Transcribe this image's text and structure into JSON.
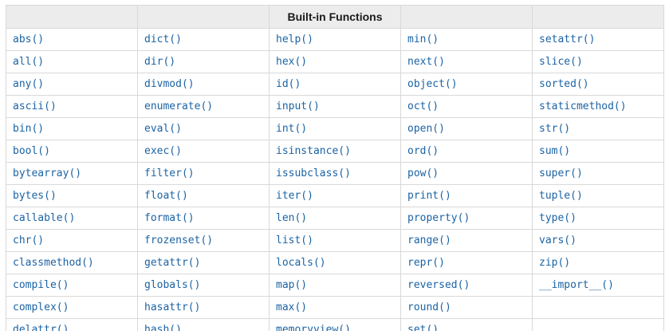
{
  "title": "Built-in Functions",
  "colors": {
    "link": "#1b63a4",
    "header_bg": "#ececec",
    "border": "#d9d9d9"
  },
  "table": {
    "rows": [
      [
        "abs()",
        "dict()",
        "help()",
        "min()",
        "setattr()"
      ],
      [
        "all()",
        "dir()",
        "hex()",
        "next()",
        "slice()"
      ],
      [
        "any()",
        "divmod()",
        "id()",
        "object()",
        "sorted()"
      ],
      [
        "ascii()",
        "enumerate()",
        "input()",
        "oct()",
        "staticmethod()"
      ],
      [
        "bin()",
        "eval()",
        "int()",
        "open()",
        "str()"
      ],
      [
        "bool()",
        "exec()",
        "isinstance()",
        "ord()",
        "sum()"
      ],
      [
        "bytearray()",
        "filter()",
        "issubclass()",
        "pow()",
        "super()"
      ],
      [
        "bytes()",
        "float()",
        "iter()",
        "print()",
        "tuple()"
      ],
      [
        "callable()",
        "format()",
        "len()",
        "property()",
        "type()"
      ],
      [
        "chr()",
        "frozenset()",
        "list()",
        "range()",
        "vars()"
      ],
      [
        "classmethod()",
        "getattr()",
        "locals()",
        "repr()",
        "zip()"
      ],
      [
        "compile()",
        "globals()",
        "map()",
        "reversed()",
        "__import__()"
      ],
      [
        "complex()",
        "hasattr()",
        "max()",
        "round()",
        ""
      ],
      [
        "delattr()",
        "hash()",
        "memoryview()",
        "set()",
        ""
      ]
    ]
  }
}
